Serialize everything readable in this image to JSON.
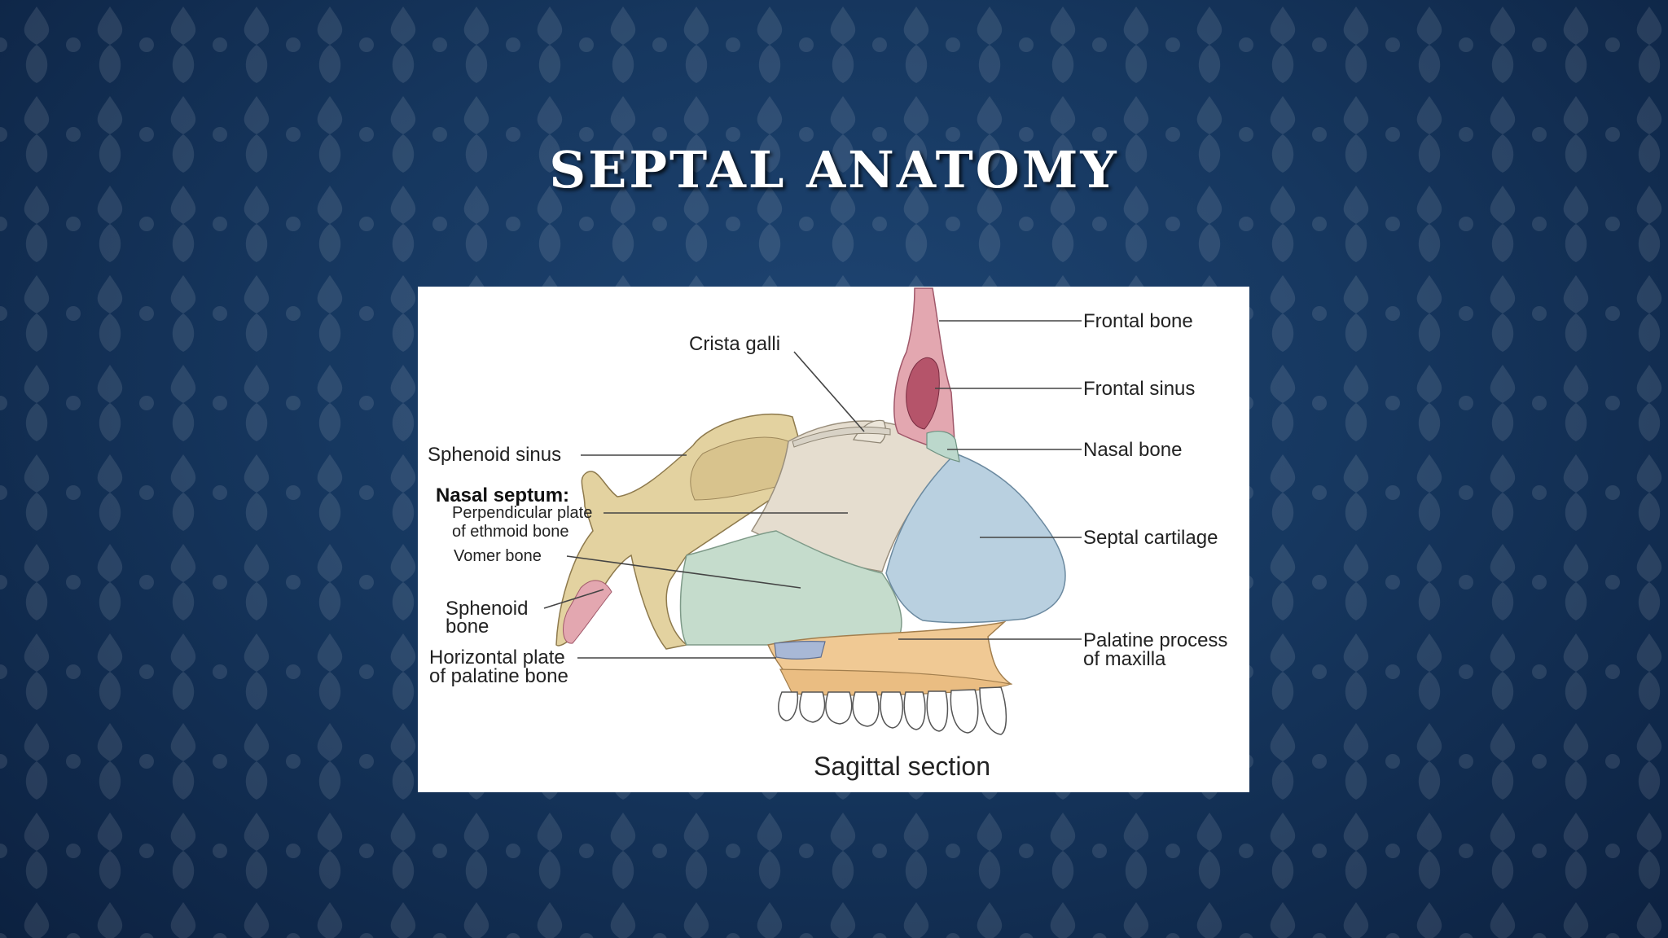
{
  "slide": {
    "title": "SEPTAL ANATOMY"
  },
  "figure": {
    "caption": "Sagittal section",
    "labels": {
      "crista_galli": "Crista galli",
      "sphenoid_sinus": "Sphenoid sinus",
      "nasal_septum_heading": "Nasal septum:",
      "perpendicular_plate_l1": "Perpendicular plate",
      "perpendicular_plate_l2": "of ethmoid bone",
      "vomer_bone": "Vomer bone",
      "sphenoid_bone_l1": "Sphenoid",
      "sphenoid_bone_l2": "bone",
      "horizontal_plate_l1": "Horizontal plate",
      "horizontal_plate_l2": "of palatine bone",
      "frontal_bone": "Frontal bone",
      "frontal_sinus": "Frontal sinus",
      "nasal_bone": "Nasal bone",
      "septal_cartilage": "Septal cartilage",
      "palatine_process_l1": "Palatine process",
      "palatine_process_l2": "of maxilla"
    },
    "colors": {
      "sphenoid_bone": "#e3d2a0",
      "perpendicular_plate": "#e5ddcf",
      "vomer": "#c5dccc",
      "septal_cartilage": "#b9d0e0",
      "frontal_bone": "#e3a7b0",
      "frontal_sinus": "#b5546a",
      "nasal_bone": "#bcd8cc",
      "maxilla": "#f0c994",
      "palatine_horizontal": "#a8b8d6"
    }
  }
}
